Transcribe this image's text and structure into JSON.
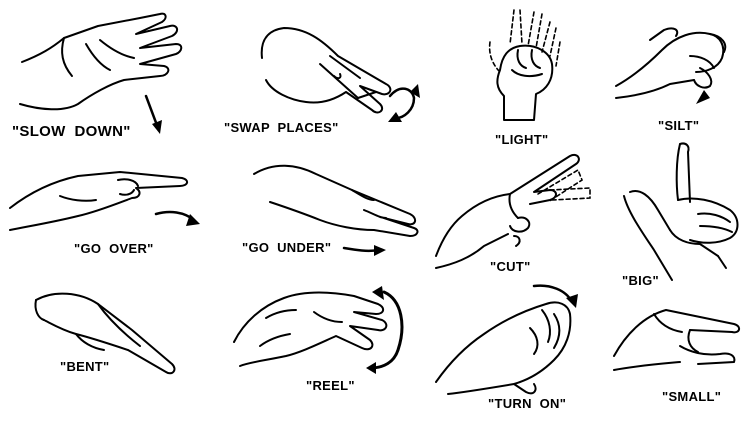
{
  "labels": {
    "slow_down": "\"SLOW  DOWN\"",
    "swap_places": "\"SWAP  PLACES\"",
    "light": "\"LIGHT\"",
    "silt": "\"SILT\"",
    "go_over": "\"GO  OVER\"",
    "go_under": "\"GO  UNDER\"",
    "cut": "\"CUT\"",
    "big": "\"BIG\"",
    "bent": "\"BENT\"",
    "reel": "\"REEL\"",
    "turn_on": "\"TURN  ON\"",
    "small": "\"SMALL\""
  }
}
